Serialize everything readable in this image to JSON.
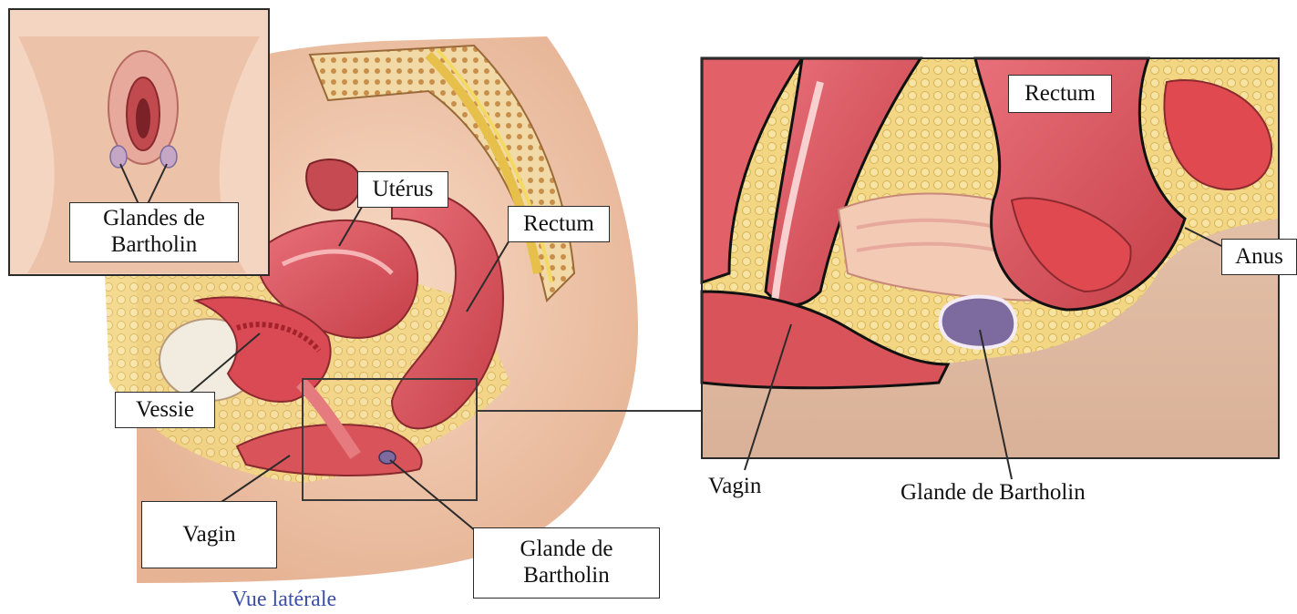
{
  "inset_label": {
    "line1": "Glandes de",
    "line2": "Bartholin"
  },
  "lateral_view": {
    "uterus_label": "Utérus",
    "rectum_label": "Rectum",
    "bladder_label": "Vessie",
    "vagina_label": "Vagin",
    "gland_label": {
      "line1": "Glande de",
      "line2": "Bartholin"
    },
    "caption": "Vue latérale"
  },
  "zoom_view": {
    "rectum_label": "Rectum",
    "anus_label": "Anus",
    "vagina_label": "Vagin",
    "gland_label": "Glande de Bartholin"
  },
  "colors": {
    "skin": "#f2cbb0",
    "muscle": "#d9545a",
    "fat": "#f0d27a",
    "gland": "#7d6a9e",
    "caption": "#3b4fa6"
  }
}
